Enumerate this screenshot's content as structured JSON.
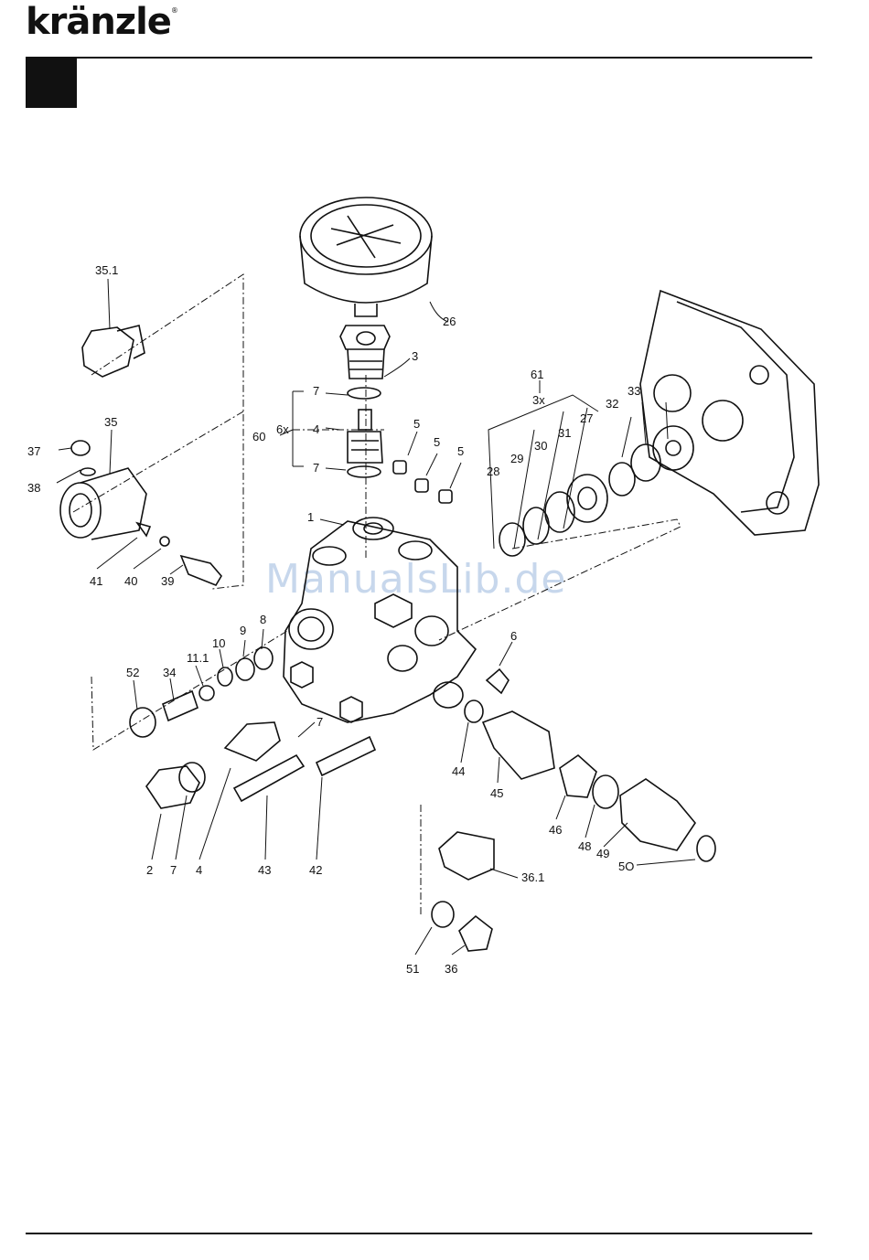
{
  "brand": {
    "logo_text": "kränzle",
    "registered": "®"
  },
  "watermark": "ManualsLib.de",
  "callouts": {
    "p26": "26",
    "p3": "3",
    "p7a": "7",
    "p4a": "4",
    "p60": "60",
    "p6x": "6x",
    "p7b": "7",
    "p5a": "5",
    "p5b": "5",
    "p5c": "5",
    "p61": "61",
    "p3x": "3x",
    "p27": "27",
    "p32": "32",
    "p33": "33",
    "p28": "28",
    "p29": "29",
    "p30": "30",
    "p31": "31",
    "p35_1": "35.1",
    "p35": "35",
    "p37": "37",
    "p38": "38",
    "p41": "41",
    "p40": "40",
    "p39": "39",
    "p1": "1",
    "p52": "52",
    "p34": "34",
    "p11_1": "11.1",
    "p10": "10",
    "p9": "9",
    "p8": "8",
    "p6": "6",
    "p7c": "7",
    "p44": "44",
    "p45": "45",
    "p46": "46",
    "p48": "48",
    "p49": "49",
    "p50": "5O",
    "p2": "2",
    "p7d": "7",
    "p4b": "4",
    "p43": "43",
    "p42": "42",
    "p36_1": "36.1",
    "p51": "51",
    "p36": "36"
  }
}
